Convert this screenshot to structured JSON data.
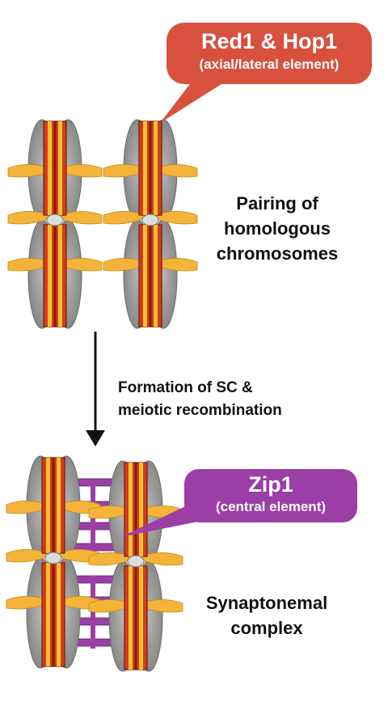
{
  "callout_top": {
    "title": "Red1 & Hop1",
    "subtitle": "(axial/lateral element)",
    "color": "#d8503e"
  },
  "callout_bottom": {
    "title": "Zip1",
    "subtitle": "(central element)",
    "color": "#9b3fa6"
  },
  "labels": {
    "pairing": [
      "Pairing of",
      "homologous",
      "chromosomes"
    ],
    "process": [
      "Formation of SC &",
      "meiotic recombination"
    ],
    "complex": [
      "Synaptonemal",
      "complex"
    ]
  },
  "colors": {
    "chromatid": "#9a9a9a",
    "axis_red": "#d23c1e",
    "axis_yellow": "#f2c230",
    "loop_orange": "#f4b43a",
    "central": "#9b3fa6"
  }
}
